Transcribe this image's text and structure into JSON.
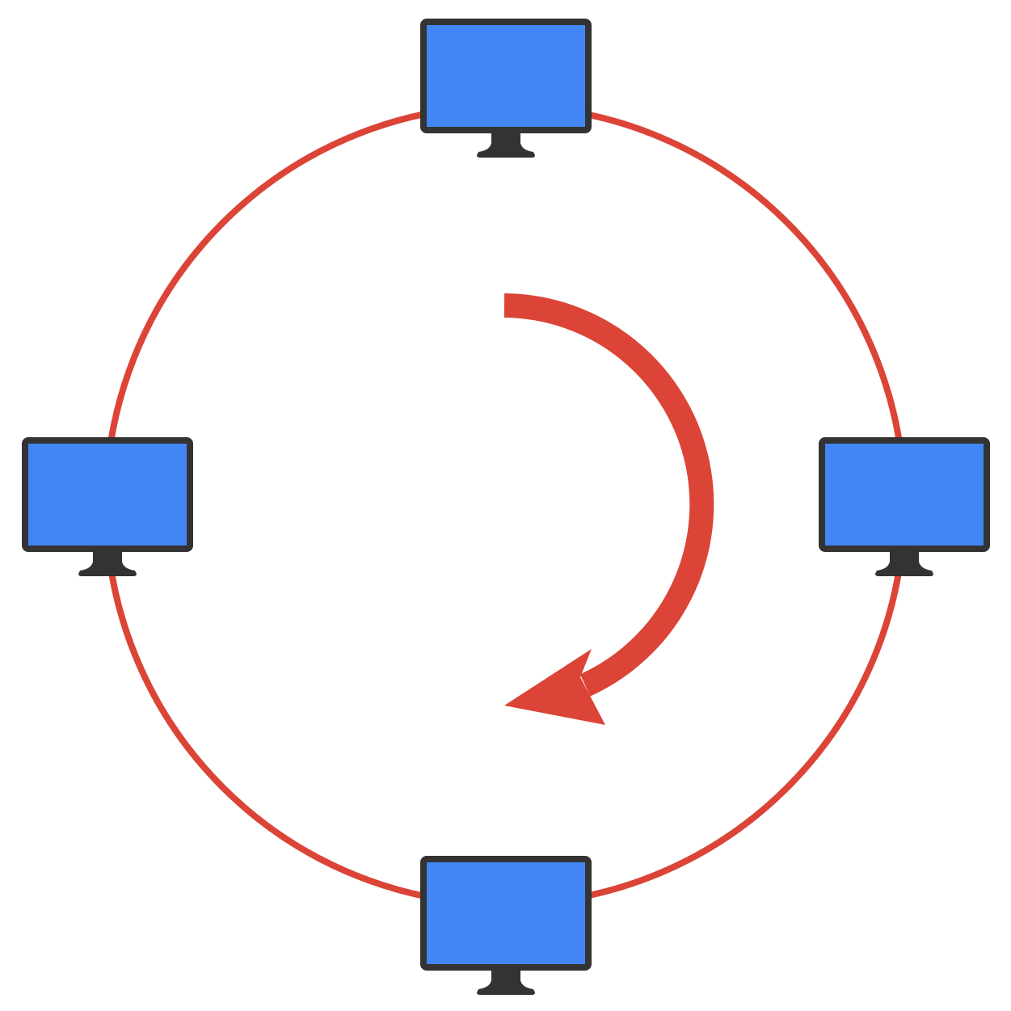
{
  "diagram": {
    "type": "ring-network-topology",
    "node_count": 4,
    "nodes": [
      {
        "icon": "monitor-icon",
        "position": "top"
      },
      {
        "icon": "monitor-icon",
        "position": "right"
      },
      {
        "icon": "monitor-icon",
        "position": "bottom"
      },
      {
        "icon": "monitor-icon",
        "position": "left"
      }
    ],
    "flow_direction": "clockwise",
    "colors": {
      "ring": "#db4437",
      "arrow": "#db4437",
      "screen": "#4285f4",
      "bezel": "#333333",
      "background": "#ffffff"
    }
  }
}
